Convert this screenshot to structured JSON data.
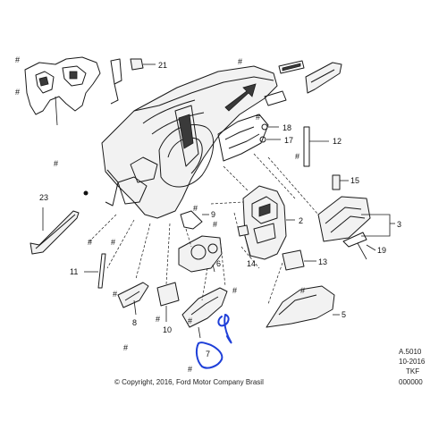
{
  "callouts": {
    "c21": "21",
    "c18": "18",
    "c17": "17",
    "c12": "12",
    "c15": "15",
    "c23": "23",
    "c9": "9",
    "c2": "2",
    "c3": "3",
    "c19": "19",
    "c6": "6",
    "c14": "14",
    "c13": "13",
    "c11": "11",
    "c8": "8",
    "c10": "10",
    "c5": "5",
    "c7": "7"
  },
  "hash_symbol": "#",
  "footer": {
    "copyright": "© Copyright, 2016, Ford Motor Company Brasil"
  },
  "meta": {
    "line1": "A.5010",
    "line2": "10-2016",
    "line3": "TKF",
    "line4": "000000"
  },
  "colors": {
    "ink": "#1a1a1a",
    "highlight": "#f5e400",
    "annotation": "#1e3fd8"
  }
}
